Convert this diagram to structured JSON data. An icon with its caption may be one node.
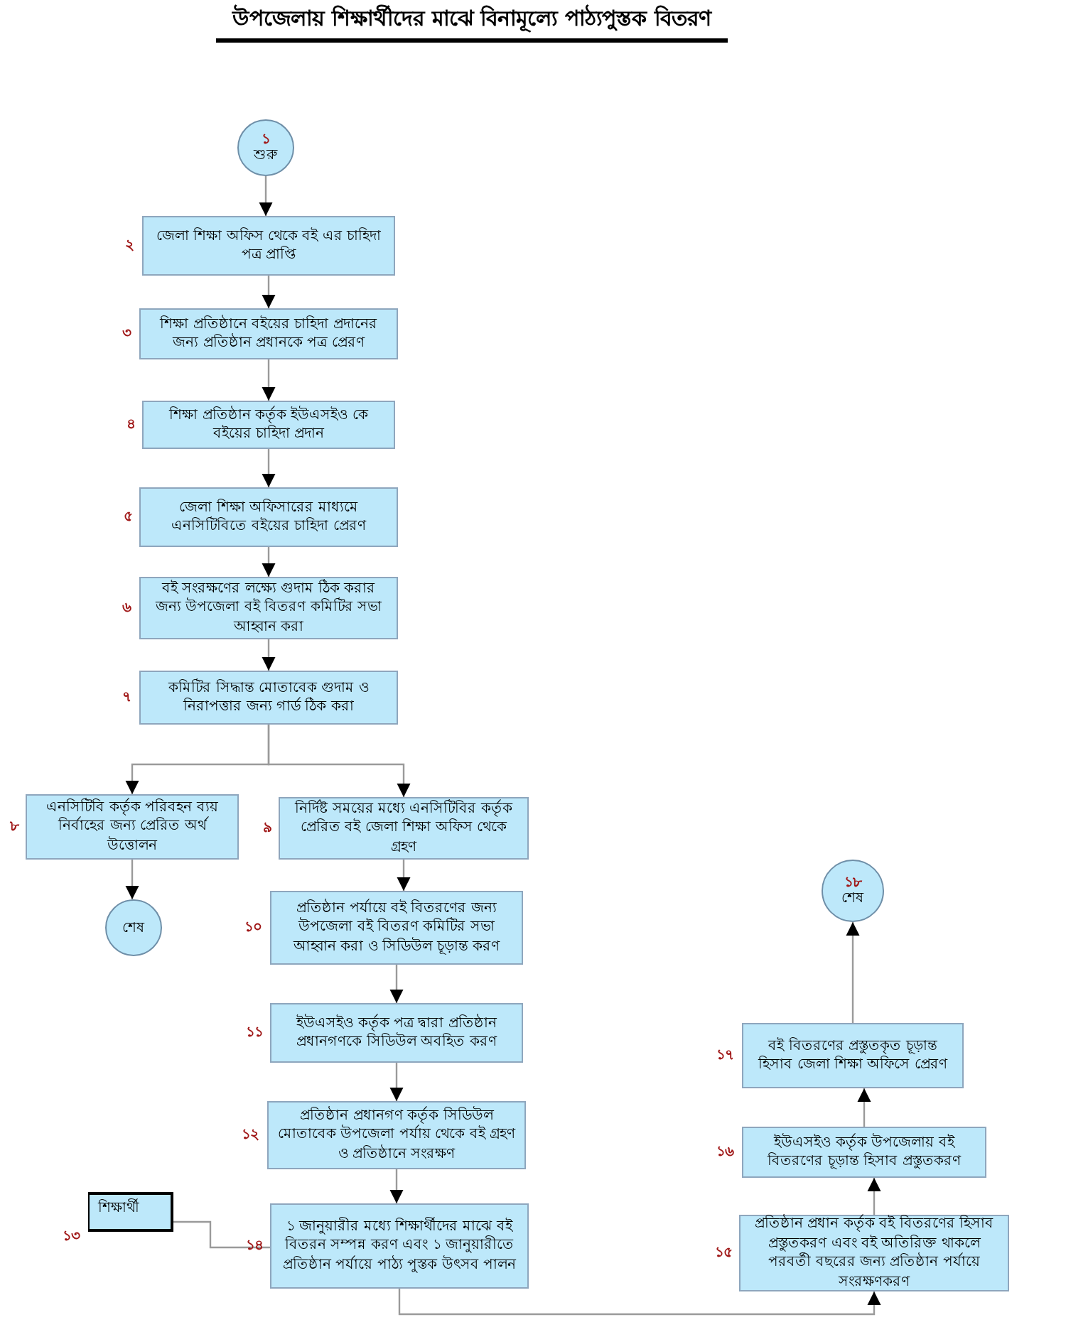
{
  "diagram": {
    "title": "উপজেলায় শিক্ষার্থীদের মাঝে বিনামূল্যে পাঠ্যপুস্তক বিতরণ",
    "nodes": [
      {
        "text": [
          "১",
          "শুরু"
        ]
      },
      {
        "text": [
          "জেলা শিক্ষা অফিস থেকে বই এর চাহিদা পত্র প্রাপ্তি"
        ],
        "beside": [
          "২"
        ]
      },
      {
        "text": [
          "শিক্ষা প্রতিষ্ঠানে বইয়ের চাহিদা প্রদানের জন্য প্রতিষ্ঠান প্রধানকে পত্র প্রেরণ"
        ],
        "beside": [
          "৩"
        ]
      },
      {
        "text": [
          "শিক্ষা প্রতিষ্ঠান কর্তৃক ইউএসইও কে বইয়ের চাহিদা প্রদান"
        ],
        "beside": [
          "৪"
        ]
      },
      {
        "text": [
          "জেলা শিক্ষা অফিসারের মাধ্যমে এনসিটিবিতে বইয়ের চাহিদা প্রেরণ"
        ],
        "beside": [
          "৫"
        ]
      },
      {
        "text": [
          "বই সংরক্ষণের লক্ষ্যে গুদাম ঠিক করার জন্য উপজেলা বই বিতরণ কমিটির সভা আহ্বান করা"
        ],
        "beside": [
          "৬"
        ]
      },
      {
        "text": [
          "কমিটির সিদ্ধান্ত মোতাবেক গুদাম ও নিরাপত্তার জন্য গার্ড ঠিক করা"
        ],
        "beside": [
          "৭"
        ]
      },
      {
        "text": [
          "এনসিটিবি কর্তৃক পরিবহন ব্যয় নির্বাহের জন্য প্রেরিত অর্থ উত্তোলন"
        ],
        "beside": [
          "৮"
        ]
      },
      {
        "text": [
          "শেষ"
        ]
      },
      {
        "text": [
          "নির্দিষ্ট সময়ের মধ্যে এনসিটিবির কর্তৃক প্রেরিত বই জেলা শিক্ষা অফিস থেকে গ্রহণ"
        ],
        "beside": [
          "৯"
        ]
      },
      {
        "text": [
          "প্রতিষ্ঠান পর্যায়ে বই বিতরণের জন্য উপজেলা বই বিতরণ কমিটির সভা আহ্বান করা ও সিডিউল চূড়ান্ত করণ"
        ],
        "beside": [
          "১০"
        ]
      },
      {
        "text": [
          "ইউএসইও কর্তৃক পত্র দ্বারা প্রতিষ্ঠান প্রধানগণকে সিডিউল অবহিত করণ"
        ],
        "beside": [
          "১১"
        ]
      },
      {
        "text": [
          "প্রতিষ্ঠান প্রধানগণ কর্তৃক সিডিউল মোতাবেক উপজেলা পর্যায় থেকে বই গ্রহণ ও প্রতিষ্ঠানে সংরক্ষণ"
        ],
        "beside": [
          "১২"
        ]
      },
      {
        "text": [
          "শিক্ষার্থী"
        ],
        "beside": [
          "১৩"
        ]
      },
      {
        "text": [
          "১ জানুয়ারীর মধ্যে শিক্ষার্থীদের মাঝে বই বিতরন সম্পন্ন করণ এবং ১ জানুয়ারীতে প্রতিষ্ঠান পর্যায়ে পাঠ্য পুস্তক উৎসব পালন"
        ],
        "beside": [
          "১৪"
        ]
      },
      {
        "text": [
          "প্রতিষ্ঠান প্রধান কর্তৃক বই বিতরণের হিসাব প্রস্তুতকরণ এবং বই অতিরিক্ত থাকলে পরবর্তী বছরের জন্য প্রতিষ্ঠান পর্যায়ে সংরক্ষণকরণ"
        ],
        "beside": [
          "১৫"
        ]
      },
      {
        "text": [
          "ইউএসইও কর্তৃক উপজেলায় বই বিতরণের চূড়ান্ত হিসাব প্রস্তুতকরণ"
        ],
        "beside": [
          "১৬"
        ]
      },
      {
        "text": [
          "বই বিতরণের প্রস্তুতকৃত চূড়ান্ত হিসাব জেলা শিক্ষা অফিসে প্রেরণ"
        ],
        "beside": [
          "১৭"
        ]
      },
      {
        "text": [
          "১৮",
          "শেষ"
        ]
      }
    ],
    "edges": [
      {
        "from": 0,
        "to": 1,
        "arrow": "to"
      },
      {
        "from": 1,
        "to": 2,
        "arrow": "to"
      },
      {
        "from": 2,
        "to": 3,
        "arrow": "to"
      },
      {
        "from": 3,
        "to": 4,
        "arrow": "to"
      },
      {
        "from": 4,
        "to": 5,
        "arrow": "to"
      },
      {
        "from": 5,
        "to": 6,
        "arrow": "to"
      },
      {
        "from": 6,
        "to": 7,
        "arrow": "to"
      },
      {
        "from": 6,
        "to": 9,
        "arrow": "to"
      },
      {
        "from": 7,
        "to": 8,
        "arrow": "to"
      },
      {
        "from": 9,
        "to": 10,
        "arrow": "to"
      },
      {
        "from": 10,
        "to": 11,
        "arrow": "to"
      },
      {
        "from": 11,
        "to": 12,
        "arrow": "to"
      },
      {
        "from": 12,
        "to": 14,
        "arrow": "to"
      },
      {
        "from": 13,
        "to": 14,
        "arrow": "none"
      },
      {
        "from": 14,
        "to": 15,
        "arrow": "to"
      },
      {
        "from": 15,
        "to": 16,
        "arrow": "to"
      },
      {
        "from": 16,
        "to": 17,
        "arrow": "to"
      },
      {
        "from": 17,
        "to": 18,
        "arrow": "to"
      }
    ]
  }
}
